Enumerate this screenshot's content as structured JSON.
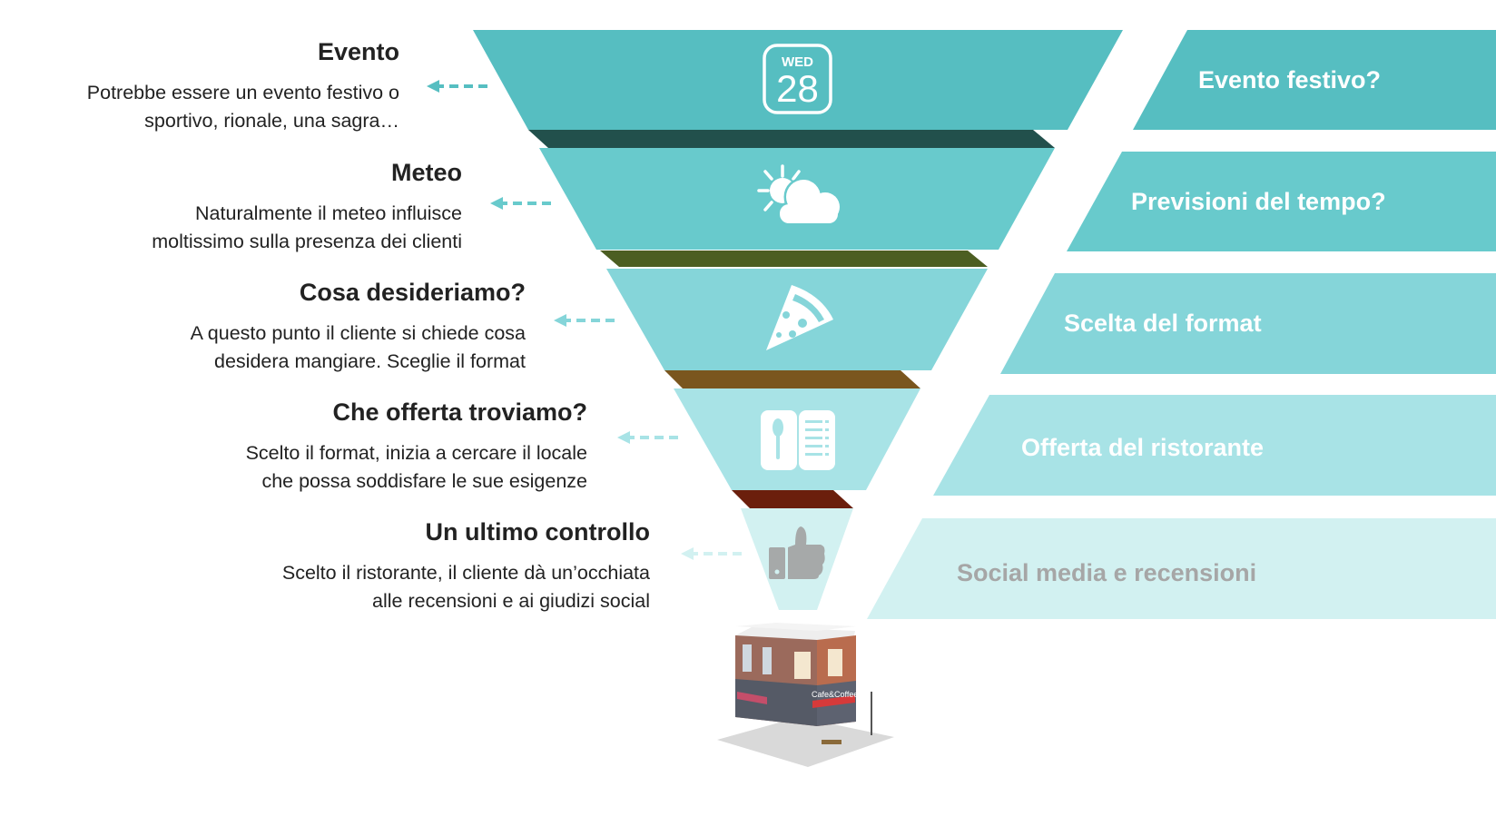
{
  "steps": [
    {
      "title": "Evento",
      "text_line1": "Potrebbe essere un evento festivo o",
      "text_line2": "sportivo, rionale, una sagra…",
      "banner": "Evento festivo?",
      "icon": "calendar-icon"
    },
    {
      "title": "Meteo",
      "text_line1": "Naturalmente il meteo influisce",
      "text_line2": "moltissimo sulla presenza dei clienti",
      "banner": "Previsioni del tempo?",
      "icon": "weather-icon"
    },
    {
      "title": "Cosa desideriamo?",
      "text_line1": "A questo punto il cliente si chiede cosa",
      "text_line2": "desidera mangiare. Sceglie il format",
      "banner": "Scelta del format",
      "icon": "pizza-icon"
    },
    {
      "title": "Che offerta troviamo?",
      "text_line1": "Scelto il format, inizia a cercare il locale",
      "text_line2": "che possa soddisfare le sue esigenze",
      "banner": "Offerta del ristorante",
      "icon": "menu-icon"
    },
    {
      "title": "Un ultimo controllo",
      "text_line1": "Scelto il ristorante, il cliente dà un’occhiata",
      "text_line2": "alle recensioni e ai giudizi social",
      "banner": "Social media e recensioni",
      "icon": "thumbs-up-icon"
    }
  ],
  "calendar": {
    "day": "WED",
    "date": "28"
  },
  "building": {
    "sign": "Cafe&Coffee"
  },
  "colors": {
    "bands": [
      "#56bec1",
      "#68cacc",
      "#85d5d9",
      "#a8e3e6",
      "#d2f1f1"
    ],
    "strips": [
      "#22504c",
      "#4c5e22",
      "#7a561e",
      "#6b1f0c"
    ],
    "banner_text_last": "#a6a6a6"
  }
}
